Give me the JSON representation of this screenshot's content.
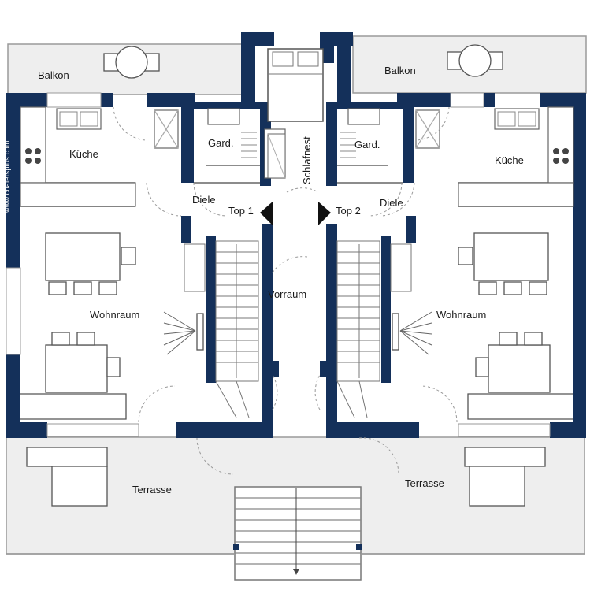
{
  "watermark": "www.chaletsplus.com",
  "rooms": {
    "balkon_left": "Balkon",
    "balkon_right": "Balkon",
    "kueche_left": "Küche",
    "kueche_right": "Küche",
    "gard_left": "Gard.",
    "gard_right": "Gard.",
    "schlafnest": "Schlafnest",
    "diele_left": "Diele",
    "diele_right": "Diele",
    "top1": "Top 1",
    "top2": "Top 2",
    "vorraum": "Vorraum",
    "wohnraum_left": "Wohnraum",
    "wohnraum_right": "Wohnraum",
    "terrasse_left": "Terrasse",
    "terrasse_right": "Terrasse"
  },
  "colors": {
    "wall": "#14305a",
    "outdoor": "#eeeeee",
    "line": "#555555",
    "background": "#ffffff"
  }
}
